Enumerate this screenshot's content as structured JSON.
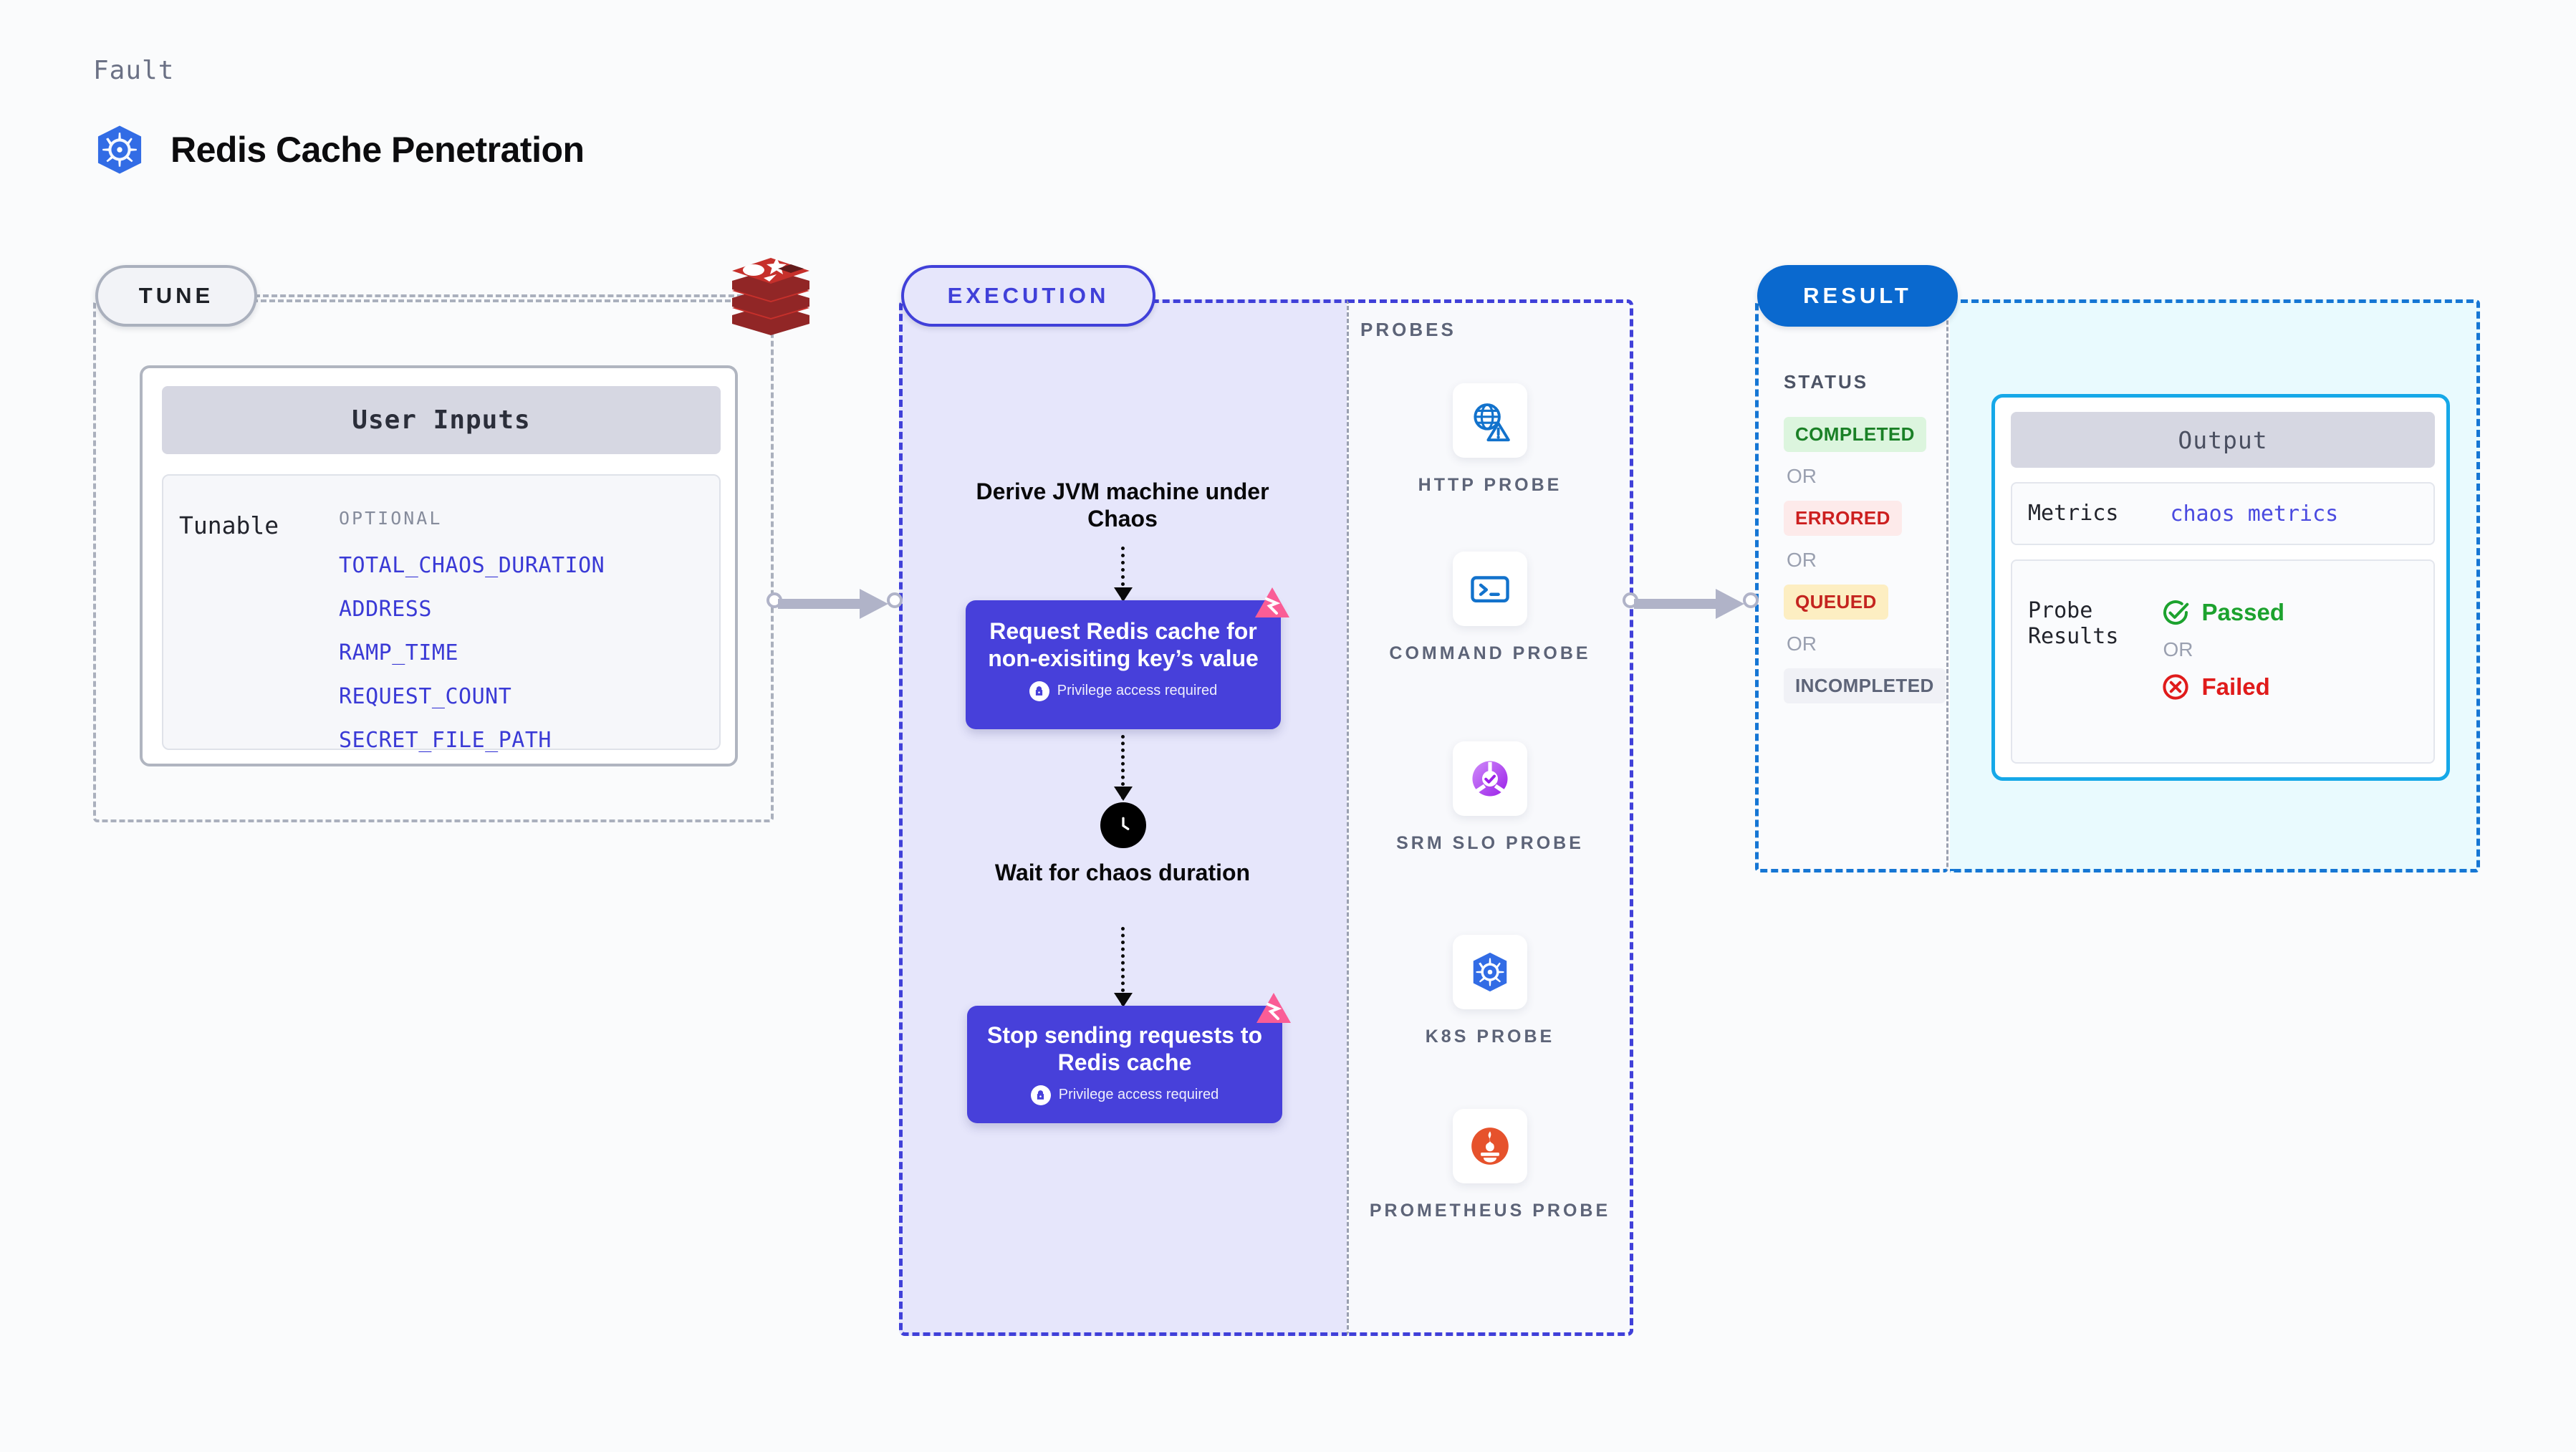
{
  "header": {
    "eyebrow": "Fault",
    "title": "Redis Cache Penetration",
    "icon": "kubernetes-icon"
  },
  "tune": {
    "pill_label": "TUNE",
    "logo_icon": "redis-logo",
    "card": {
      "title": "User Inputs",
      "group_label": "Tunable",
      "optional_label": "OPTIONAL",
      "variables": [
        "TOTAL_CHAOS_DURATION",
        "ADDRESS",
        "RAMP_TIME",
        "REQUEST_COUNT",
        "SECRET_FILE_PATH"
      ]
    }
  },
  "execution": {
    "pill_label": "EXECUTION",
    "steps": [
      {
        "type": "label",
        "text": "Derive JVM machine under Chaos"
      },
      {
        "type": "card",
        "text": "Request Redis cache for non-exisiting key’s value",
        "note": "Privilege access required",
        "badge_icon": "litmus-icon",
        "lock_icon": "lock-icon"
      },
      {
        "type": "clock",
        "icon": "clock-icon",
        "text": "Wait for chaos duration"
      },
      {
        "type": "card",
        "text": "Stop sending requests to Redis cache",
        "note": "Privilege access required",
        "badge_icon": "litmus-icon",
        "lock_icon": "lock-icon"
      }
    ]
  },
  "probes": {
    "title": "PROBES",
    "items": [
      {
        "name": "HTTP PROBE",
        "icon": "globe-warning-icon"
      },
      {
        "name": "COMMAND PROBE",
        "icon": "terminal-icon"
      },
      {
        "name": "SRM SLO PROBE",
        "icon": "srm-slo-icon"
      },
      {
        "name": "K8S PROBE",
        "icon": "kubernetes-icon"
      },
      {
        "name": "PROMETHEUS PROBE",
        "icon": "prometheus-icon"
      }
    ]
  },
  "result": {
    "pill_label": "RESULT",
    "status_title": "STATUS",
    "or_label": "OR",
    "statuses": [
      {
        "label": "COMPLETED",
        "fg": "#1a8026",
        "bg": "#dcf5de"
      },
      {
        "label": "ERRORED",
        "fg": "#cc1f1f",
        "bg": "#fdeaea"
      },
      {
        "label": "QUEUED",
        "fg": "#c4241f",
        "bg": "#fdeec2"
      },
      {
        "label": "INCOMPLETED",
        "fg": "#5d6478",
        "bg": "#f0f1f6"
      }
    ]
  },
  "output": {
    "title": "Output",
    "metrics_label": "Metrics",
    "metrics_value": "chaos metrics",
    "probe_results_label": "Probe Results",
    "or_label": "OR",
    "passed_label": "Passed",
    "failed_label": "Failed",
    "passed_icon": "check-circle-icon",
    "failed_icon": "x-circle-icon"
  },
  "colors": {
    "execution_accent": "#4040d9",
    "execution_bg": "#e6e6fb",
    "result_accent": "#1576d4",
    "output_accent": "#16a8e8",
    "card_purple": "#4740da",
    "litmus_pink": "#fa5d96",
    "tune_border": "#aab0bd"
  }
}
